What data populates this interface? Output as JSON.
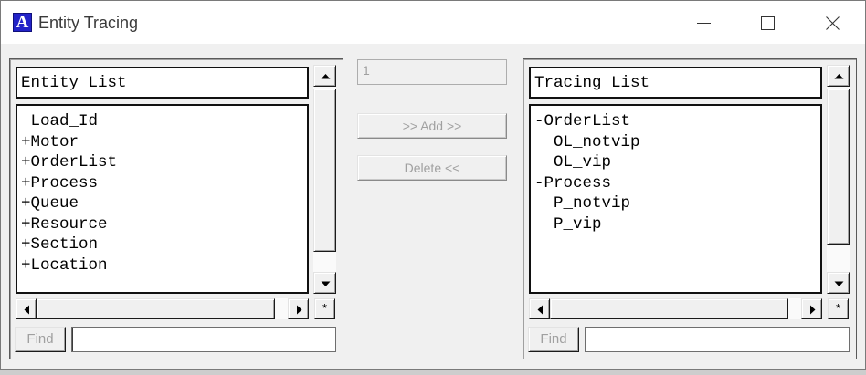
{
  "window": {
    "icon_letter": "A",
    "title": "Entity Tracing"
  },
  "entity_panel": {
    "header": "Entity List",
    "items": [
      " Load_Id",
      "+Motor",
      "+OrderList",
      "+Process",
      "+Queue",
      "+Resource",
      "+Section",
      "+Location"
    ],
    "corner_label": "*",
    "find_button": "Find",
    "find_value": "",
    "vertical_scroll": {
      "scroll_position": 0,
      "visible_fraction": 0.89
    },
    "horizontal_scroll": {
      "scroll_position": 0,
      "visible_fraction": 0.95
    }
  },
  "transfer": {
    "count_value": "1",
    "add_button": ">> Add >>",
    "delete_button": "Delete <<"
  },
  "tracing_panel": {
    "header": "Tracing List",
    "items": [
      "-OrderList",
      "  OL_notvip",
      "  OL_vip",
      "-Process",
      "  P_notvip",
      "  P_vip"
    ],
    "corner_label": "*",
    "find_button": "Find",
    "find_value": "",
    "vertical_scroll": {
      "scroll_position": 0,
      "visible_fraction": 0.85
    },
    "horizontal_scroll": {
      "scroll_position": 0,
      "visible_fraction": 0.95
    }
  },
  "colors": {
    "app_icon": "#2323c8",
    "disabled_text": "#a0a0a0"
  },
  "icons": {
    "app": "app-logo-icon",
    "minimize": "minimize-icon",
    "maximize": "maximize-icon",
    "close": "close-icon",
    "scroll_up": "arrow-up-icon",
    "scroll_down": "arrow-down-icon",
    "scroll_left": "arrow-left-icon",
    "scroll_right": "arrow-right-icon"
  }
}
